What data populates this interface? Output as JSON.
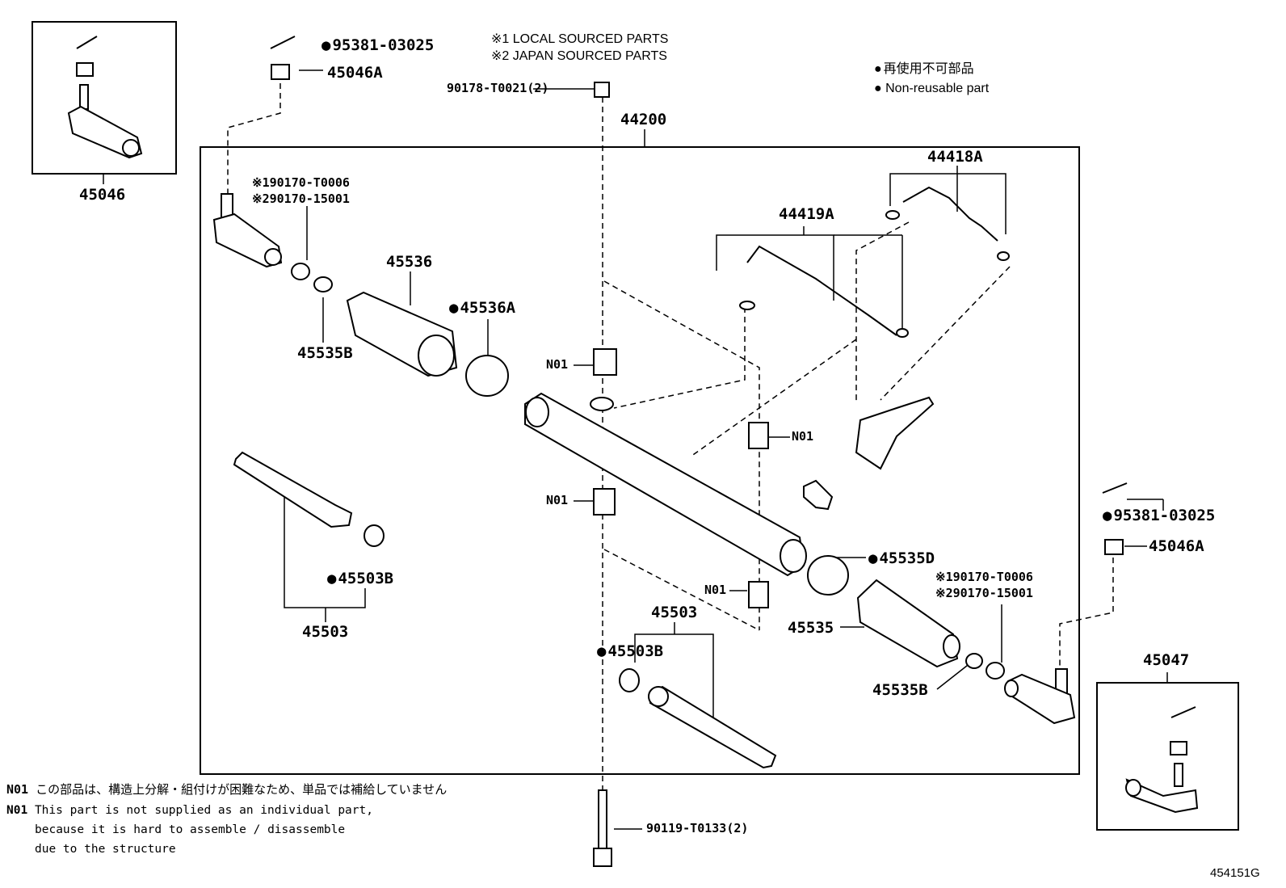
{
  "notes": {
    "local_sourced": "※1 LOCAL SOURCED PARTS",
    "japan_sourced": "※2 JAPAN SOURCED PARTS",
    "legend_jp": "再使用不可部品",
    "legend_en": "Non-reusable part"
  },
  "footnote": {
    "mark": "N01",
    "jp": "この部品は、構造上分解・組付けが困難なため、単品では補給していません",
    "en_line1": "This part is not supplied as an individual part,",
    "en_line2": "because it is hard to assemble / disassemble",
    "en_line3": "due to the structure"
  },
  "illustration_id": "454151G",
  "parts": {
    "p45046": "45046",
    "p45047": "45047",
    "p95381_left": "95381-03025",
    "p95381_right": "95381-03025",
    "p45046A_left": "45046A",
    "p45046A_right": "45046A",
    "p90178": "90178-T0021(2)",
    "p44200": "44200",
    "p44418A": "44418A",
    "p44419A": "44419A",
    "alt1_left": "※190170-T0006",
    "alt2_left": "※290170-15001",
    "alt1_right": "※190170-T0006",
    "alt2_right": "※290170-15001",
    "p45536": "45536",
    "p45536A": "45536A",
    "p45535B_left": "45535B",
    "p45535B_right": "45535B",
    "n01_a": "N01",
    "n01_b": "N01",
    "n01_c": "N01",
    "n01_d": "N01",
    "p45503B_left": "45503B",
    "p45503B_right": "45503B",
    "p45503_left": "45503",
    "p45503_right": "45503",
    "p45535D": "45535D",
    "p45535": "45535",
    "p90119": "90119-T0133(2)"
  }
}
